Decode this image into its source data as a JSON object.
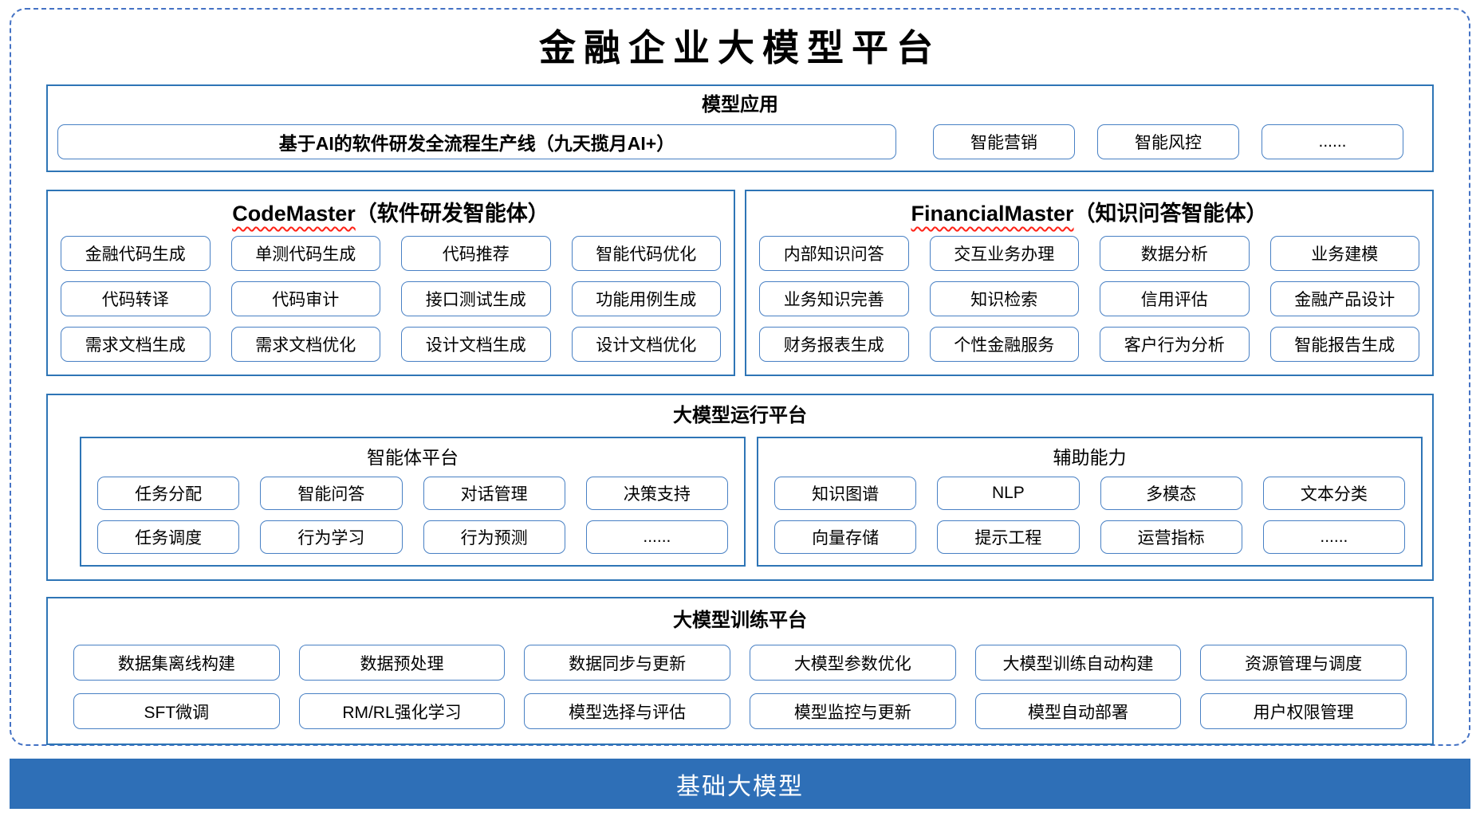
{
  "title": "金融企业大模型平台",
  "apps": {
    "header": "模型应用",
    "pipeline": "基于AI的软件研发全流程生产线（九天揽月AI+）",
    "items": [
      "智能营销",
      "智能风控",
      "......"
    ]
  },
  "code_master": {
    "title_en": "CodeMaster",
    "title_zh": "（软件研发智能体）",
    "items": [
      "金融代码生成",
      "单测代码生成",
      "代码推荐",
      "智能代码优化",
      "代码转译",
      "代码审计",
      "接口测试生成",
      "功能用例生成",
      "需求文档生成",
      "需求文档优化",
      "设计文档生成",
      "设计文档优化"
    ]
  },
  "financial_master": {
    "title_en": "FinancialMaster",
    "title_zh": "（知识问答智能体）",
    "items": [
      "内部知识问答",
      "交互业务办理",
      "数据分析",
      "业务建模",
      "业务知识完善",
      "知识检索",
      "信用评估",
      "金融产品设计",
      "财务报表生成",
      "个性金融服务",
      "客户行为分析",
      "智能报告生成"
    ]
  },
  "runtime": {
    "header": "大模型运行平台",
    "agent_platform": {
      "header": "智能体平台",
      "items": [
        "任务分配",
        "智能问答",
        "对话管理",
        "决策支持",
        "任务调度",
        "行为学习",
        "行为预测",
        "......"
      ]
    },
    "aux": {
      "header": "辅助能力",
      "items": [
        "知识图谱",
        "NLP",
        "多模态",
        "文本分类",
        "向量存储",
        "提示工程",
        "运营指标",
        "......"
      ]
    }
  },
  "training": {
    "header": "大模型训练平台",
    "items": [
      "数据集离线构建",
      "数据预处理",
      "数据同步与更新",
      "大模型参数优化",
      "大模型训练自动构建",
      "资源管理与调度",
      "SFT微调",
      "RM/RL强化学习",
      "模型选择与评估",
      "模型监控与更新",
      "模型自动部署",
      "用户权限管理"
    ]
  },
  "foundation": {
    "label": "基础大模型"
  },
  "colors": {
    "container_border": "#2E75B6",
    "item_border": "#4880C4",
    "outer_dashed_border": "#4472C4",
    "foundation_background": "#2E6FB7",
    "foundation_text": "#FFFFFF",
    "spellcheck_squiggle": "#FF2116"
  }
}
